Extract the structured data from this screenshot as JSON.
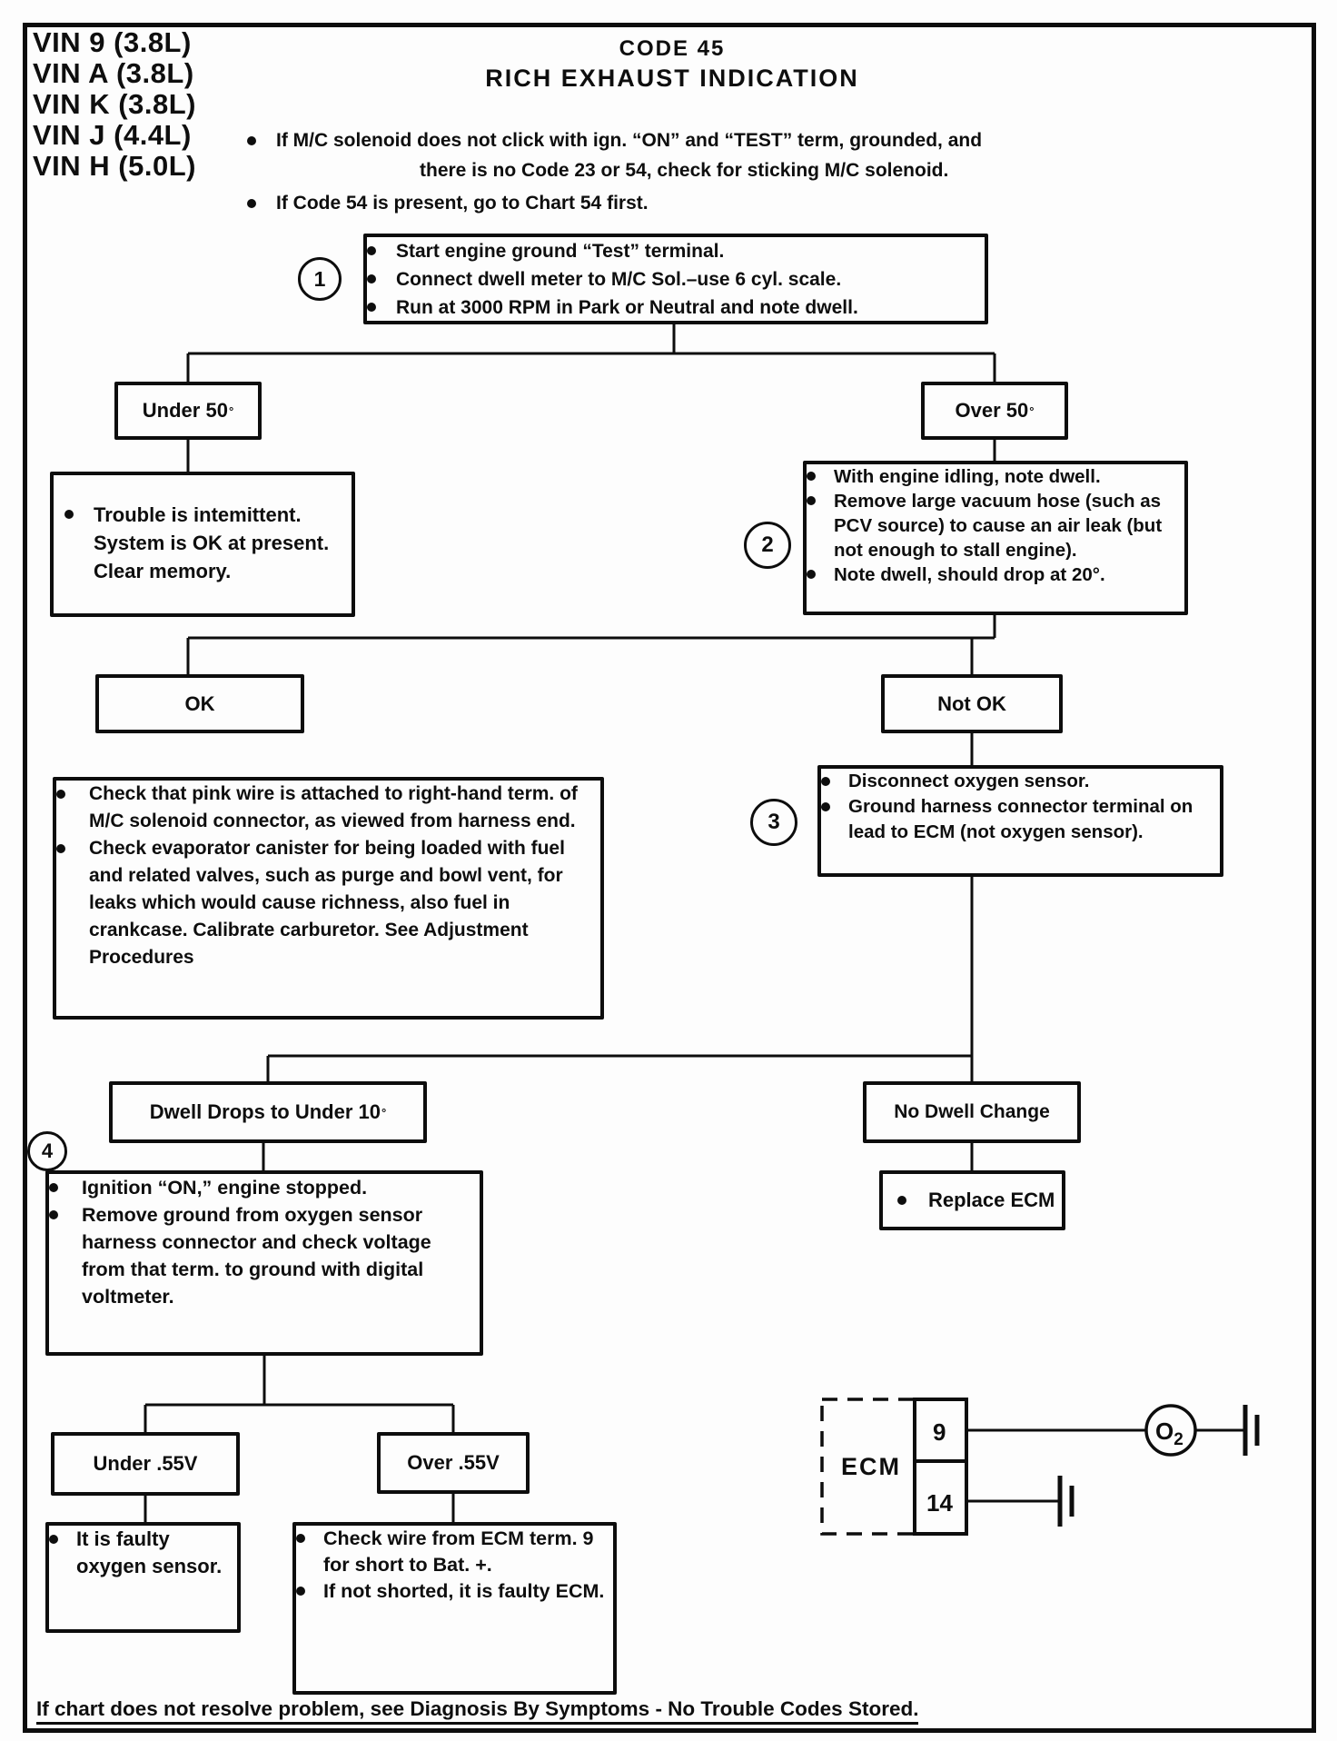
{
  "header": {
    "vins": [
      "VIN 9 (3.8L)",
      "VIN A (3.8L)",
      "VIN K (3.8L)",
      "VIN J (4.4L)",
      "VIN H (5.0L)"
    ],
    "code": "CODE 45",
    "title": "RICH EXHAUST INDICATION",
    "notes": {
      "n1a": "If M/C solenoid does not click with ign. “ON” and “TEST” term, grounded, and",
      "n1b": "there is no Code 23 or 54, check for sticking M/C solenoid.",
      "n2": "If Code 54 is present, go to Chart 54 first."
    }
  },
  "badges": {
    "s1": "1",
    "s2": "2",
    "s3": "3",
    "s4": "4"
  },
  "nodes": {
    "step1": {
      "bullets": [
        "Start engine ground “Test” terminal.",
        "Connect dwell meter to M/C Sol.–use 6 cyl. scale.",
        "Run at 3000 RPM in Park or Neutral and note dwell."
      ]
    },
    "under50": {
      "text": "Under 50",
      "sup": "°"
    },
    "over50": {
      "text": "Over 50",
      "sup": "°"
    },
    "trouble": {
      "lines": [
        "Trouble is intemittent.",
        "System is OK at present.",
        "Clear memory."
      ]
    },
    "step2": {
      "bullets": [
        "With engine idling, note dwell.",
        "Remove large vacuum hose (such as PCV source) to cause an air leak (but not enough to stall engine).",
        "Note dwell, should drop at 20°."
      ]
    },
    "ok": {
      "text": "OK"
    },
    "notok": {
      "text": "Not OK"
    },
    "pinkwire": {
      "bullets": [
        "Check that pink wire is attached to right-hand term. of M/C solenoid connector, as viewed from harness end.",
        "Check evaporator canister for being loaded with fuel and related valves, such as purge and bowl vent, for leaks which would cause richness, also fuel in crankcase.  Calibrate carburetor. See Adjustment Procedures"
      ]
    },
    "step3": {
      "bullets": [
        "Disconnect oxygen sensor.",
        "Ground harness connector terminal on lead to ECM (not oxygen sensor)."
      ]
    },
    "dwelldrops": {
      "text": "Dwell Drops to Under 10",
      "sup": "°"
    },
    "nodwell": {
      "text": "No Dwell Change"
    },
    "replaceecm": {
      "text": "Replace ECM"
    },
    "step4": {
      "bullets": [
        "Ignition “ON,” engine stopped.",
        "Remove ground from oxygen sensor harness connector and check voltage from that term. to ground with digital voltmeter."
      ]
    },
    "under55": {
      "text": "Under .55V"
    },
    "over55": {
      "text": "Over .55V"
    },
    "faulty": {
      "text": "It is faulty oxygen sensor."
    },
    "checkwire": {
      "bullets": [
        "Check wire from ECM term. 9 for short to Bat. +.",
        "If not shorted, it is faulty ECM."
      ]
    }
  },
  "ecm": {
    "label": "ECM",
    "term9": "9",
    "term14": "14",
    "o2": "O",
    "o2sub": "2"
  },
  "footer": {
    "text": "If chart does not resolve problem, see  Diagnosis By Symptoms - No Trouble Codes Stored."
  },
  "colors": {
    "ink": "#0e0e0e",
    "paper": "#fdfdfd"
  }
}
